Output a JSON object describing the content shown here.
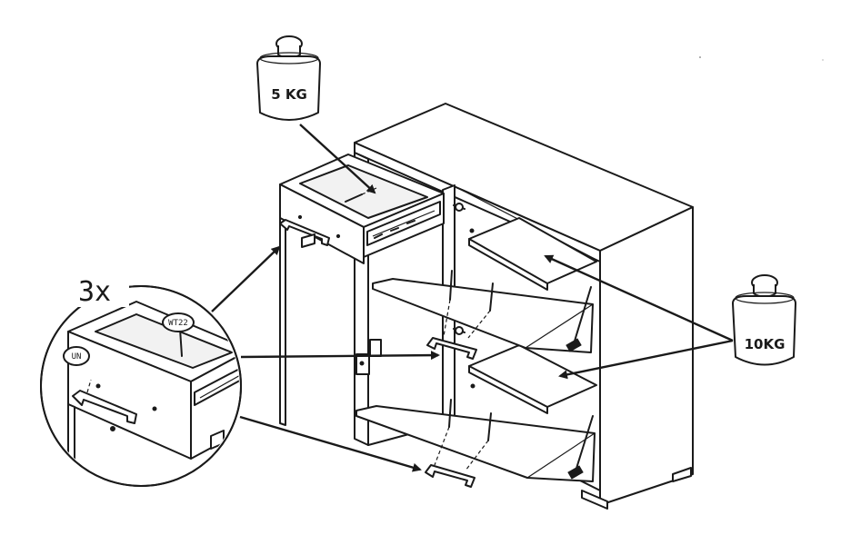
{
  "weights": {
    "drawer_load": "5 KG",
    "shelf_load": "10KG"
  },
  "detail": {
    "quantity": "3x",
    "part_un": "UN",
    "part_wt22": "WT22"
  },
  "colors": {
    "ink": "#1a1a1a",
    "paper": "#ffffff"
  }
}
